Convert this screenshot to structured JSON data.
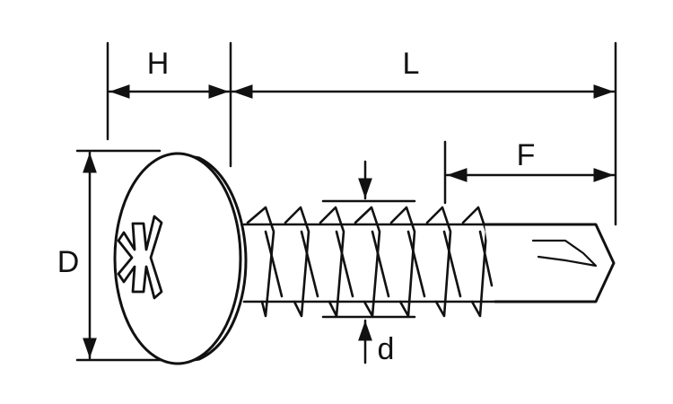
{
  "dimensions": {
    "head_height": "H",
    "length": "L",
    "drill_point_length": "F",
    "head_diameter": "D",
    "minor_diameter": "d"
  },
  "colors": {
    "line": "#111111",
    "background": "#ffffff"
  }
}
